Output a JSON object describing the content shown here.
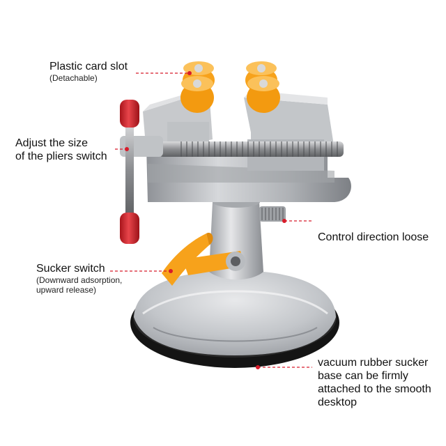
{
  "labels": {
    "card_slot": {
      "title": "Plastic card slot",
      "note": "(Detachable)"
    },
    "adjust": {
      "line1": "Adjust the size",
      "line2": "of the pliers switch"
    },
    "control": {
      "title": "Control direction loose"
    },
    "sucker_switch": {
      "title": "Sucker switch",
      "note1": "(Downward adsorption,",
      "note2": "upward release)"
    },
    "base": {
      "line1": "vacuum rubber sucker",
      "line2": "base can be firmly",
      "line3": "attached to the smooth",
      "line4": "desktop"
    }
  },
  "colors": {
    "leader_line": "#d81b2a",
    "pad_orange": "#f7a21b",
    "handle_red": "#d8232a",
    "metal": "#b9bcc0",
    "rubber": "#141414"
  }
}
